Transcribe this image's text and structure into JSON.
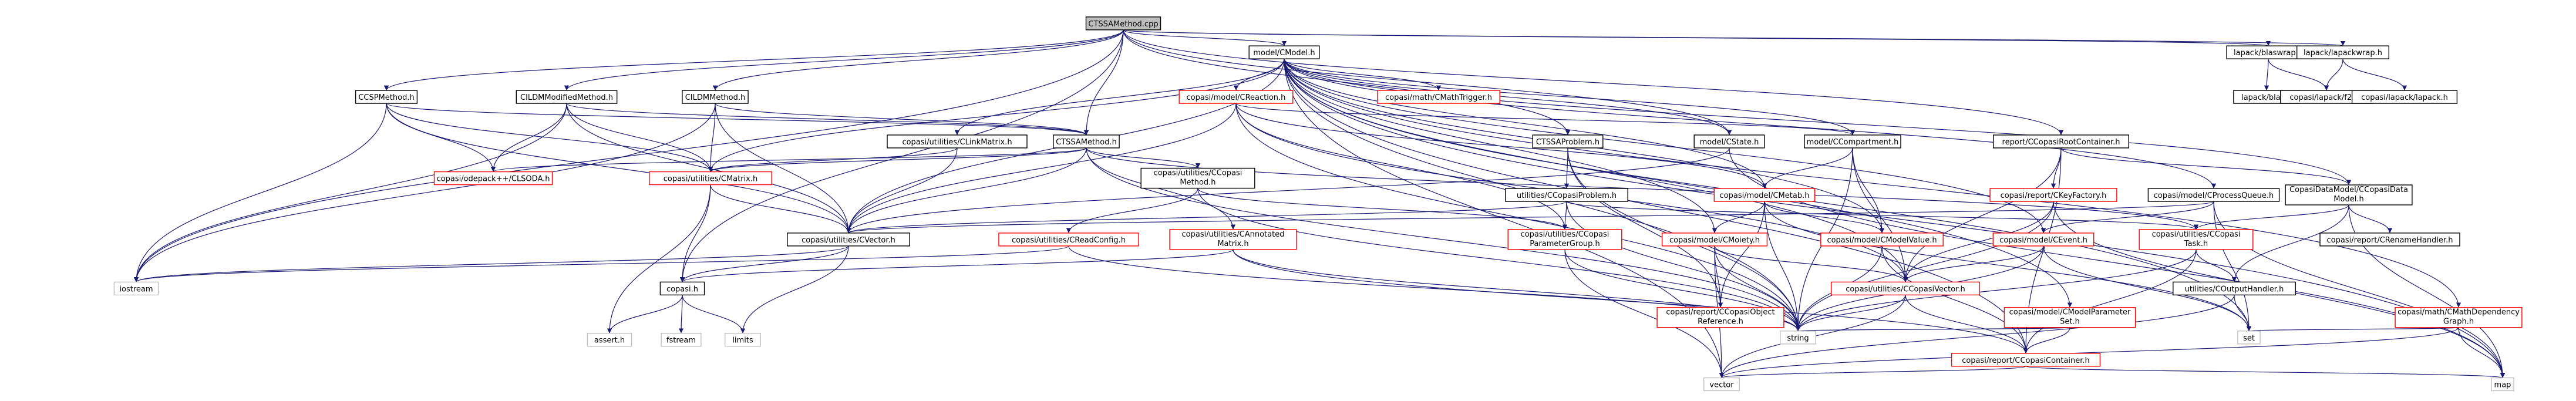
{
  "colors": {
    "edge": "#191970",
    "node_border_default": "#000000",
    "node_border_undocumented": "#ff0000",
    "node_border_external": "#bfbfbf",
    "node_fill": "#ffffff",
    "root_fill": "#bfbfbf"
  },
  "nodes": [
    {
      "id": "root",
      "label": "CTSSAMethod.cpp",
      "kind": "root"
    },
    {
      "id": "cmodel",
      "label": "model/CModel.h",
      "kind": "default"
    },
    {
      "id": "blaswrap",
      "label": "lapack/blaswrap.h",
      "kind": "default"
    },
    {
      "id": "lapackwrap",
      "label": "lapack/lapackwrap.h",
      "kind": "default"
    },
    {
      "id": "ccspmethod",
      "label": "CCSPMethod.h",
      "kind": "default"
    },
    {
      "id": "cildmmod",
      "label": "CILDMModifiedMethod.h",
      "kind": "default"
    },
    {
      "id": "cildm",
      "label": "CILDMMethod.h",
      "kind": "default"
    },
    {
      "id": "creaction",
      "label": "copasi/model/CReaction.h",
      "kind": "undocumented"
    },
    {
      "id": "cmathtrigger",
      "label": "copasi/math/CMathTrigger.h",
      "kind": "undocumented"
    },
    {
      "id": "blas",
      "label": "lapack/blas.h",
      "kind": "default"
    },
    {
      "id": "f2c",
      "label": "copasi/lapack/f2c.h",
      "kind": "default"
    },
    {
      "id": "lapackh",
      "label": "copasi/lapack/lapack.h",
      "kind": "default"
    },
    {
      "id": "clinkmatrix",
      "label": "copasi/utilities/CLinkMatrix.h",
      "kind": "default"
    },
    {
      "id": "ctssamethod",
      "label": "CTSSAMethod.h",
      "kind": "default"
    },
    {
      "id": "ctssaproblem",
      "label": "CTSSAProblem.h",
      "kind": "default"
    },
    {
      "id": "cstate",
      "label": "model/CState.h",
      "kind": "default"
    },
    {
      "id": "ccompartment",
      "label": "model/CCompartment.h",
      "kind": "default"
    },
    {
      "id": "ccopasirootcontainer",
      "label": "report/CCopasiRootContainer.h",
      "kind": "default"
    },
    {
      "id": "clsoda",
      "label": "copasi/odepack++/CLSODA.h",
      "kind": "undocumented"
    },
    {
      "id": "cmatrix",
      "label": "copasi/utilities/CMatrix.h",
      "kind": "undocumented"
    },
    {
      "id": "ccopasimethod",
      "label": [
        "copasi/utilities/CCopasi",
        "Method.h"
      ],
      "kind": "default"
    },
    {
      "id": "ccopasiproblem",
      "label": "utilities/CCopasiProblem.h",
      "kind": "default"
    },
    {
      "id": "cmetab",
      "label": "copasi/model/CMetab.h",
      "kind": "undocumented"
    },
    {
      "id": "ckeyfactory",
      "label": "copasi/report/CKeyFactory.h",
      "kind": "undocumented"
    },
    {
      "id": "cprocessqueue",
      "label": "copasi/model/CProcessQueue.h",
      "kind": "default"
    },
    {
      "id": "ccopasidatamodel",
      "label": [
        "CopasiDataModel/CCopasiData",
        "Model.h"
      ],
      "kind": "default"
    },
    {
      "id": "cvector",
      "label": "copasi/utilities/CVector.h",
      "kind": "default"
    },
    {
      "id": "creadconfig",
      "label": "copasi/utilities/CReadConfig.h",
      "kind": "undocumented"
    },
    {
      "id": "cannotatedmatrix",
      "label": [
        "copasi/utilities/CAnnotated",
        "Matrix.h"
      ],
      "kind": "undocumented"
    },
    {
      "id": "ccopasiparametergroup",
      "label": [
        "copasi/utilities/CCopasi",
        "ParameterGroup.h"
      ],
      "kind": "undocumented"
    },
    {
      "id": "cmoiety",
      "label": "copasi/model/CMoiety.h",
      "kind": "undocumented"
    },
    {
      "id": "cmodelvalue",
      "label": "copasi/model/CModelValue.h",
      "kind": "undocumented"
    },
    {
      "id": "cevent",
      "label": "copasi/model/CEvent.h",
      "kind": "undocumented"
    },
    {
      "id": "ccopasitask",
      "label": [
        "copasi/utilities/CCopasi",
        "Task.h"
      ],
      "kind": "undocumented"
    },
    {
      "id": "crenamehandler",
      "label": "copasi/report/CRenameHandler.h",
      "kind": "default"
    },
    {
      "id": "iostream",
      "label": "iostream",
      "kind": "external"
    },
    {
      "id": "copasih",
      "label": "copasi.h",
      "kind": "default"
    },
    {
      "id": "ccopasiobjectreference",
      "label": [
        "copasi/report/CCopasiObject",
        "Reference.h"
      ],
      "kind": "undocumented"
    },
    {
      "id": "ccopasivector",
      "label": "copasi/utilities/CCopasiVector.h",
      "kind": "undocumented"
    },
    {
      "id": "cmodelparameterset",
      "label": [
        "copasi/model/CModelParameter",
        "Set.h"
      ],
      "kind": "undocumented"
    },
    {
      "id": "coutputhandler",
      "label": "utilities/COutputHandler.h",
      "kind": "default"
    },
    {
      "id": "cmathdependencygraph",
      "label": [
        "copasi/math/CMathDependency",
        "Graph.h"
      ],
      "kind": "undocumented"
    },
    {
      "id": "asserth",
      "label": "assert.h",
      "kind": "external"
    },
    {
      "id": "fstream",
      "label": "fstream",
      "kind": "external"
    },
    {
      "id": "limits",
      "label": "limits",
      "kind": "external"
    },
    {
      "id": "string",
      "label": "string",
      "kind": "external"
    },
    {
      "id": "ccopasicontainer",
      "label": "copasi/report/CCopasiContainer.h",
      "kind": "undocumented"
    },
    {
      "id": "set",
      "label": "set",
      "kind": "external"
    },
    {
      "id": "vector",
      "label": "vector",
      "kind": "external"
    },
    {
      "id": "map",
      "label": "map",
      "kind": "external"
    }
  ],
  "edges": [
    [
      "root",
      "cmodel"
    ],
    [
      "root",
      "blaswrap"
    ],
    [
      "root",
      "lapackwrap"
    ],
    [
      "root",
      "ccspmethod"
    ],
    [
      "root",
      "cildmmod"
    ],
    [
      "root",
      "cildm"
    ],
    [
      "root",
      "ctssamethod"
    ],
    [
      "root",
      "ctssaproblem"
    ],
    [
      "root",
      "cstate"
    ],
    [
      "root",
      "ccopasirootcontainer"
    ],
    [
      "root",
      "iostream"
    ],
    [
      "root",
      "copasih"
    ],
    [
      "cmodel",
      "creaction"
    ],
    [
      "cmodel",
      "cmathtrigger"
    ],
    [
      "cmodel",
      "clinkmatrix"
    ],
    [
      "cmodel",
      "cstate"
    ],
    [
      "cmodel",
      "ccompartment"
    ],
    [
      "cmodel",
      "cmatrix"
    ],
    [
      "cmodel",
      "cmetab"
    ],
    [
      "cmodel",
      "cprocessqueue"
    ],
    [
      "cmodel",
      "ccopasidatamodel"
    ],
    [
      "cmodel",
      "cvector"
    ],
    [
      "cmodel",
      "cmoiety"
    ],
    [
      "cmodel",
      "cmodelvalue"
    ],
    [
      "cmodel",
      "cevent"
    ],
    [
      "cmodel",
      "ccopasivector"
    ],
    [
      "cmodel",
      "cmodelparameterset"
    ],
    [
      "cmodel",
      "cmathdependencygraph"
    ],
    [
      "cmodel",
      "string"
    ],
    [
      "cmodel",
      "ccopasicontainer"
    ],
    [
      "cmodel",
      "set"
    ],
    [
      "cmodel",
      "vector"
    ],
    [
      "cmodel",
      "map"
    ],
    [
      "blaswrap",
      "blas"
    ],
    [
      "blaswrap",
      "f2c"
    ],
    [
      "lapackwrap",
      "f2c"
    ],
    [
      "lapackwrap",
      "lapackh"
    ],
    [
      "ccspmethod",
      "ctssamethod"
    ],
    [
      "ccspmethod",
      "clsoda"
    ],
    [
      "ccspmethod",
      "cmatrix"
    ],
    [
      "ccspmethod",
      "cvector"
    ],
    [
      "ccspmethod",
      "iostream"
    ],
    [
      "cildmmod",
      "ctssamethod"
    ],
    [
      "cildmmod",
      "clsoda"
    ],
    [
      "cildmmod",
      "cmatrix"
    ],
    [
      "cildmmod",
      "cvector"
    ],
    [
      "cildmmod",
      "iostream"
    ],
    [
      "cildm",
      "ctssamethod"
    ],
    [
      "cildm",
      "cmatrix"
    ],
    [
      "cildm",
      "cvector"
    ],
    [
      "cildm",
      "iostream"
    ],
    [
      "creaction",
      "ccompartment"
    ],
    [
      "creaction",
      "cmetab"
    ],
    [
      "creaction",
      "ccopasiparametergroup"
    ],
    [
      "creaction",
      "ccopasivector"
    ],
    [
      "creaction",
      "cvector"
    ],
    [
      "creaction",
      "string"
    ],
    [
      "clinkmatrix",
      "cmatrix"
    ],
    [
      "clinkmatrix",
      "cvector"
    ],
    [
      "ctssamethod",
      "clsoda"
    ],
    [
      "ctssamethod",
      "cmatrix"
    ],
    [
      "ctssamethod",
      "ccopasimethod"
    ],
    [
      "ctssamethod",
      "cvector"
    ],
    [
      "ctssamethod",
      "cannotatedmatrix"
    ],
    [
      "ctssamethod",
      "ccopasitask"
    ],
    [
      "ctssamethod",
      "string"
    ],
    [
      "ctssaproblem",
      "ccopasiproblem"
    ],
    [
      "ctssaproblem",
      "ccopasiobjectreference"
    ],
    [
      "ctssaproblem",
      "string"
    ],
    [
      "cstate",
      "cvector"
    ],
    [
      "cstate",
      "map"
    ],
    [
      "ccompartment",
      "cmetab"
    ],
    [
      "ccompartment",
      "cmodelvalue"
    ],
    [
      "ccompartment",
      "ccopasivector"
    ],
    [
      "ccompartment",
      "string"
    ],
    [
      "ccopasirootcontainer",
      "ckeyfactory"
    ],
    [
      "ccopasirootcontainer",
      "ccopasidatamodel"
    ],
    [
      "ccopasirootcontainer",
      "ccopasicontainer"
    ],
    [
      "ccopasirootcontainer",
      "ccopasivector"
    ],
    [
      "cmatrix",
      "cvector"
    ],
    [
      "cmatrix",
      "copasih"
    ],
    [
      "cmatrix",
      "asserth"
    ],
    [
      "ccopasimethod",
      "ccopasiparametergroup"
    ],
    [
      "ccopasimethod",
      "string"
    ],
    [
      "ccopasimethod",
      "creadconfig"
    ],
    [
      "ccopasiproblem",
      "ccopasiparametergroup"
    ],
    [
      "ccopasiproblem",
      "cvector"
    ],
    [
      "ccopasiproblem",
      "string"
    ],
    [
      "ccopasiproblem",
      "ccopasitask"
    ],
    [
      "cmetab",
      "cmoiety"
    ],
    [
      "cmetab",
      "cmodelvalue"
    ],
    [
      "cmetab",
      "ccopasiobjectreference"
    ],
    [
      "cmetab",
      "string"
    ],
    [
      "cmetab",
      "set"
    ],
    [
      "ckeyfactory",
      "ccopasivector"
    ],
    [
      "ckeyfactory",
      "string"
    ],
    [
      "ckeyfactory",
      "map"
    ],
    [
      "cprocessqueue",
      "cevent"
    ],
    [
      "cprocessqueue",
      "cvector"
    ],
    [
      "cprocessqueue",
      "set"
    ],
    [
      "cprocessqueue",
      "map"
    ],
    [
      "ccopasidatamodel",
      "ccopasitask"
    ],
    [
      "ccopasidatamodel",
      "crenamehandler"
    ],
    [
      "ccopasidatamodel",
      "coutputhandler"
    ],
    [
      "ccopasidatamodel",
      "map"
    ],
    [
      "cvector",
      "copasih"
    ],
    [
      "cvector",
      "iostream"
    ],
    [
      "cvector",
      "limits"
    ],
    [
      "creadconfig",
      "iostream"
    ],
    [
      "creadconfig",
      "string"
    ],
    [
      "cannotatedmatrix",
      "copasih"
    ],
    [
      "cannotatedmatrix",
      "ccopasicontainer"
    ],
    [
      "cannotatedmatrix",
      "string"
    ],
    [
      "ccopasiparametergroup",
      "string"
    ],
    [
      "ccopasiparametergroup",
      "vector"
    ],
    [
      "cmoiety",
      "ccopasiobjectreference"
    ],
    [
      "cmoiety",
      "ccopasivector"
    ],
    [
      "cmoiety",
      "string"
    ],
    [
      "cmoiety",
      "vector"
    ],
    [
      "cmodelvalue",
      "ccopasicontainer"
    ],
    [
      "cmodelvalue",
      "string"
    ],
    [
      "cevent",
      "ccopasivector"
    ],
    [
      "cevent",
      "string"
    ],
    [
      "cevent",
      "set"
    ],
    [
      "ccopasitask",
      "coutputhandler"
    ],
    [
      "ccopasitask",
      "ccopasicontainer"
    ],
    [
      "ccopasitask",
      "string"
    ],
    [
      "copasih",
      "asserth"
    ],
    [
      "copasih",
      "fstream"
    ],
    [
      "copasih",
      "limits"
    ],
    [
      "ccopasivector",
      "ccopasicontainer"
    ],
    [
      "ccopasivector",
      "string"
    ],
    [
      "ccopasivector",
      "vector"
    ],
    [
      "cmodelparameterset",
      "ccopasicontainer"
    ],
    [
      "cmodelparameterset",
      "string"
    ],
    [
      "coutputhandler",
      "set"
    ],
    [
      "coutputhandler",
      "vector"
    ],
    [
      "cmathdependencygraph",
      "set"
    ],
    [
      "cmathdependencygraph",
      "map"
    ],
    [
      "cmathdependencygraph",
      "vector"
    ],
    [
      "ccopasicontainer",
      "vector"
    ],
    [
      "ccopasicontainer",
      "map"
    ]
  ]
}
